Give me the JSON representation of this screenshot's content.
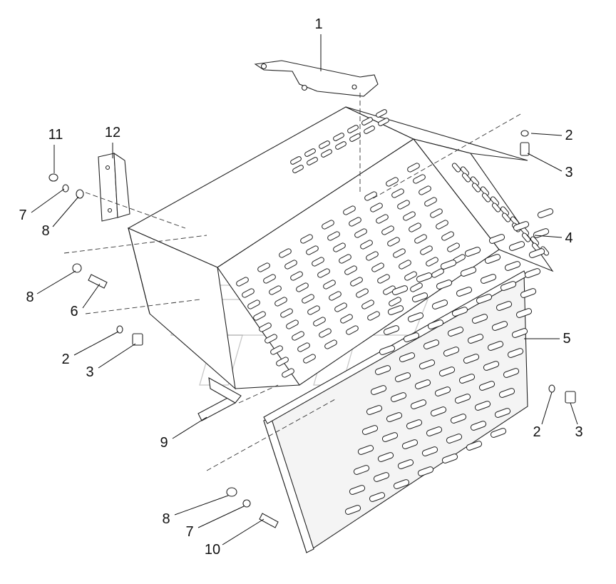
{
  "diagram": {
    "callouts": [
      {
        "id": "c1",
        "label": "1"
      },
      {
        "id": "c2a",
        "label": "2"
      },
      {
        "id": "c3a",
        "label": "3"
      },
      {
        "id": "c4",
        "label": "4"
      },
      {
        "id": "c5",
        "label": "5"
      },
      {
        "id": "c2b",
        "label": "2"
      },
      {
        "id": "c3b",
        "label": "3"
      },
      {
        "id": "c11",
        "label": "11"
      },
      {
        "id": "c12",
        "label": "12"
      },
      {
        "id": "c7a",
        "label": "7"
      },
      {
        "id": "c8a",
        "label": "8"
      },
      {
        "id": "c8b",
        "label": "8"
      },
      {
        "id": "c6",
        "label": "6"
      },
      {
        "id": "c2c",
        "label": "2"
      },
      {
        "id": "c3c",
        "label": "3"
      },
      {
        "id": "c9",
        "label": "9"
      },
      {
        "id": "c8c",
        "label": "8"
      },
      {
        "id": "c7b",
        "label": "7"
      },
      {
        "id": "c10",
        "label": "10"
      }
    ]
  }
}
